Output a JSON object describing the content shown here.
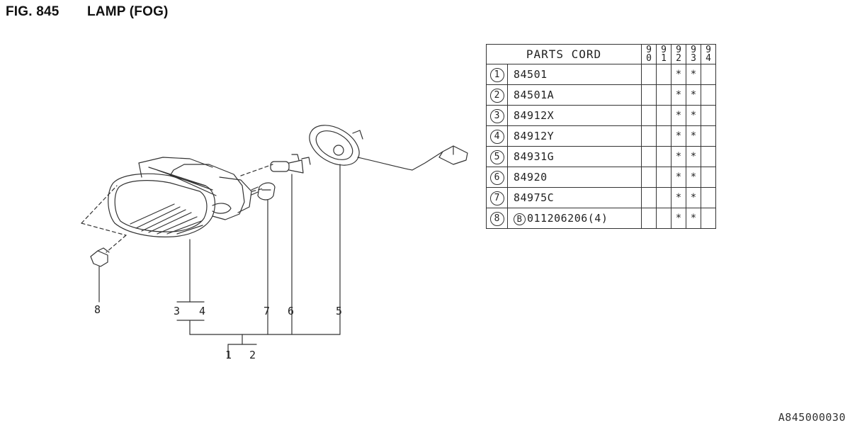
{
  "header": {
    "fig": "FIG. 845",
    "title": "LAMP (FOG)"
  },
  "table": {
    "code_header": "PARTS CORD",
    "years": [
      [
        "9",
        "0"
      ],
      [
        "9",
        "1"
      ],
      [
        "9",
        "2"
      ],
      [
        "9",
        "3"
      ],
      [
        "9",
        "4"
      ]
    ],
    "rows": [
      {
        "num": "1",
        "prefix": "",
        "code": "84501",
        "marks": [
          "",
          "",
          "*",
          "*",
          ""
        ]
      },
      {
        "num": "2",
        "prefix": "",
        "code": "84501A",
        "marks": [
          "",
          "",
          "*",
          "*",
          ""
        ]
      },
      {
        "num": "3",
        "prefix": "",
        "code": "84912X",
        "marks": [
          "",
          "",
          "*",
          "*",
          ""
        ]
      },
      {
        "num": "4",
        "prefix": "",
        "code": "84912Y",
        "marks": [
          "",
          "",
          "*",
          "*",
          ""
        ]
      },
      {
        "num": "5",
        "prefix": "",
        "code": "84931G",
        "marks": [
          "",
          "",
          "*",
          "*",
          ""
        ]
      },
      {
        "num": "6",
        "prefix": "",
        "code": "84920",
        "marks": [
          "",
          "",
          "*",
          "*",
          ""
        ]
      },
      {
        "num": "7",
        "prefix": "",
        "code": "84975C",
        "marks": [
          "",
          "",
          "*",
          "*",
          ""
        ]
      },
      {
        "num": "8",
        "prefix": "B",
        "code": "011206206(4)",
        "marks": [
          "",
          "",
          "*",
          "*",
          ""
        ]
      }
    ]
  },
  "callouts": {
    "c8": "8",
    "c3": "3",
    "c4": "4",
    "c7": "7",
    "c6": "6",
    "c5": "5",
    "c1": "1",
    "c2": "2"
  },
  "footer": {
    "code": "A845000030"
  }
}
